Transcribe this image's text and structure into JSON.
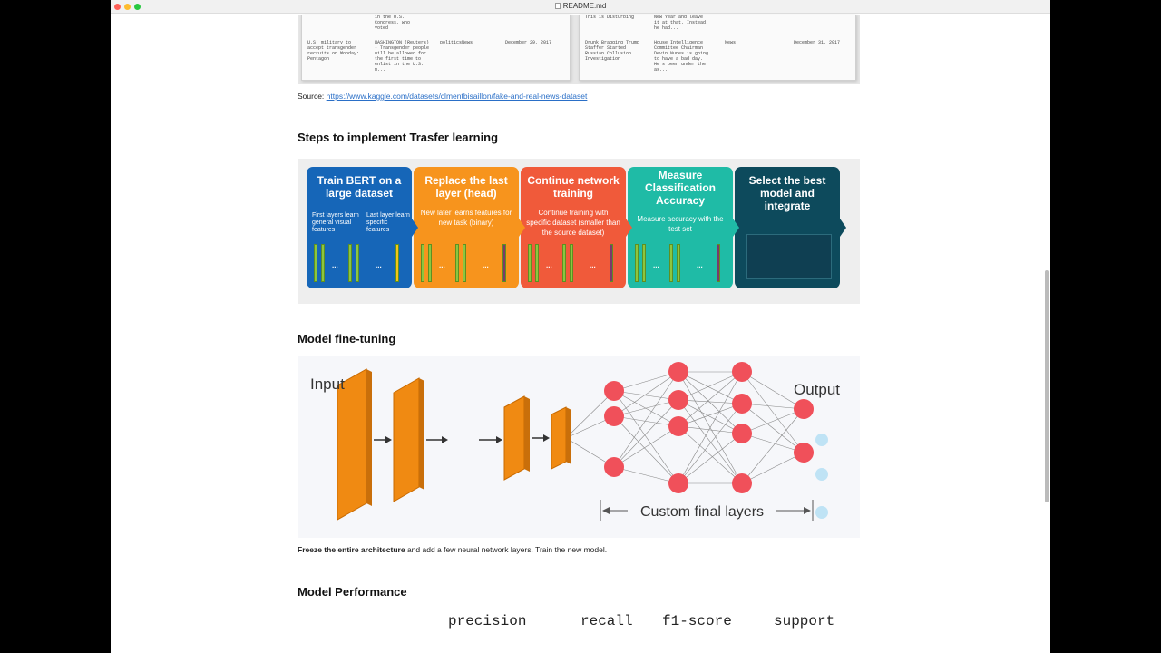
{
  "window": {
    "title": "README.md"
  },
  "table_image": {
    "left_card": {
      "row1_text": "in the U.S.\nCongress, who\nvoted",
      "row2_title": "U.S. military to\naccept transgender\nrecruits on Monday:\nPentagon",
      "row2_text": "WASHINGTON (Reuters)\n- Transgender people\nwill be allowed for\nthe first time to\nenlist in the U.S.\nm...",
      "row2_subject": "politicsNews",
      "row2_date": "December 29, 2017"
    },
    "right_card": {
      "row1_title": "This is Disturbing",
      "row1_text": "New Year and leave\nit at that. Instead,\nhe had...",
      "row2_title": "Drunk Bragging Trump\nStaffer Started\nRussian Collusion\nInvestigation",
      "row2_text": "House Intelligence\nCommittee Chairman\nDevin Nunes is going\nto have a bad day.\nHe s been under the\nas...",
      "row2_subject": "News",
      "row2_date": "December 31, 2017"
    }
  },
  "source": {
    "label": "Source: ",
    "link": "https://www.kaggle.com/datasets/clmentbisaillon/fake-and-real-news-dataset"
  },
  "sections": {
    "steps_heading": "Steps to implement Trasfer learning",
    "finetune_heading": "Model fine-tuning",
    "perf_heading": "Model Performance"
  },
  "steps": [
    {
      "title": "Train BERT on a large dataset",
      "color": "#1666b8",
      "label_a": "First layers learn general visual features",
      "label_b": "Last layer learn specific features"
    },
    {
      "title": "Replace the last layer (head)",
      "color": "#f7941d",
      "sub": "New later learns features for new task (binary)"
    },
    {
      "title": "Continue network training",
      "color": "#f05a3a",
      "sub": "Continue training with specific dataset (smaller than the source dataset)"
    },
    {
      "title": "Measure Classification Accuracy",
      "color": "#1fbba6",
      "sub": "Measure accuracy with the test set"
    },
    {
      "title": "Select the best model and integrate",
      "color": "#0d4a5c"
    }
  ],
  "finetune": {
    "input_label": "Input",
    "output_label": "Output",
    "custom_label": "Custom final layers",
    "layer_color": "#f08a12",
    "node_color": "#f0505a"
  },
  "caption": {
    "bold": "Freeze the entire architecture",
    "rest": " and add a few neural network layers. Train the new model."
  },
  "performance": {
    "columns": [
      "precision",
      "recall",
      "f1-score",
      "support"
    ]
  }
}
